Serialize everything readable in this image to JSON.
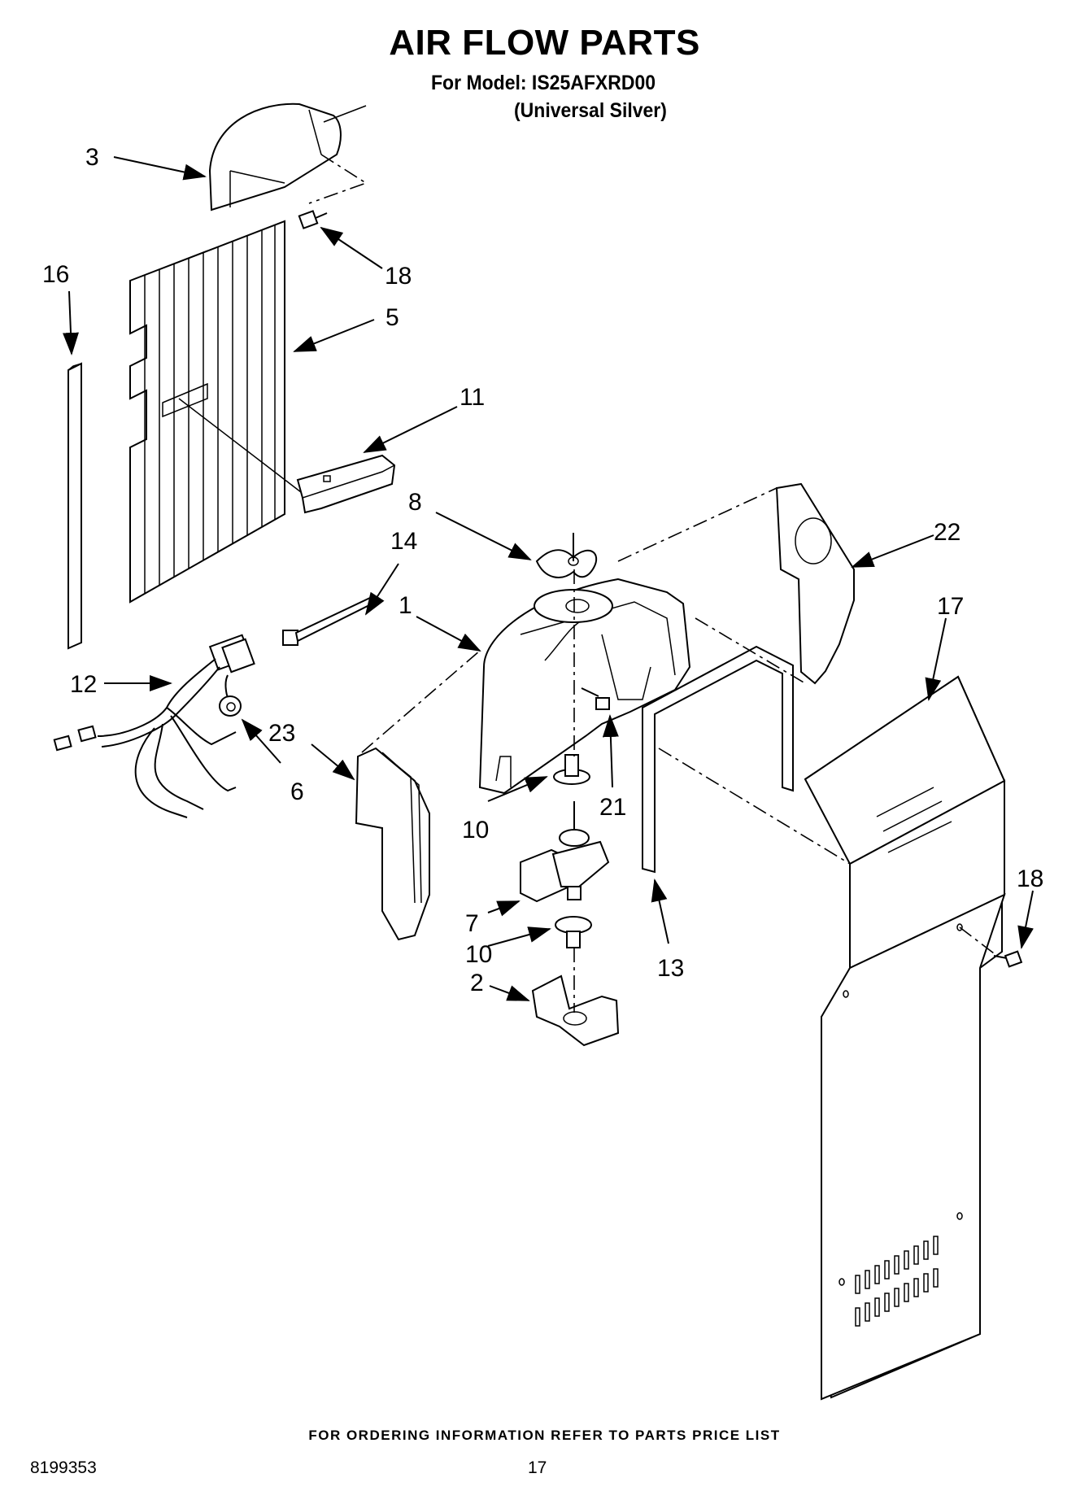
{
  "header": {
    "title": "AIR FLOW PARTS",
    "model_line": "For Model: IS25AFXRD00",
    "color_line": "(Universal Silver)"
  },
  "callouts": {
    "c1": "1",
    "c2": "2",
    "c3": "3",
    "c5": "5",
    "c6": "6",
    "c7": "7",
    "c8": "8",
    "c10a": "10",
    "c10b": "10",
    "c11": "11",
    "c12": "12",
    "c13": "13",
    "c14": "14",
    "c16": "16",
    "c17": "17",
    "c18a": "18",
    "c18b": "18",
    "c21": "21",
    "c22": "22",
    "c23": "23"
  },
  "footer": {
    "ordering_note": "FOR ORDERING INFORMATION REFER TO PARTS PRICE LIST",
    "document_number": "8199353",
    "page_number": "17"
  }
}
